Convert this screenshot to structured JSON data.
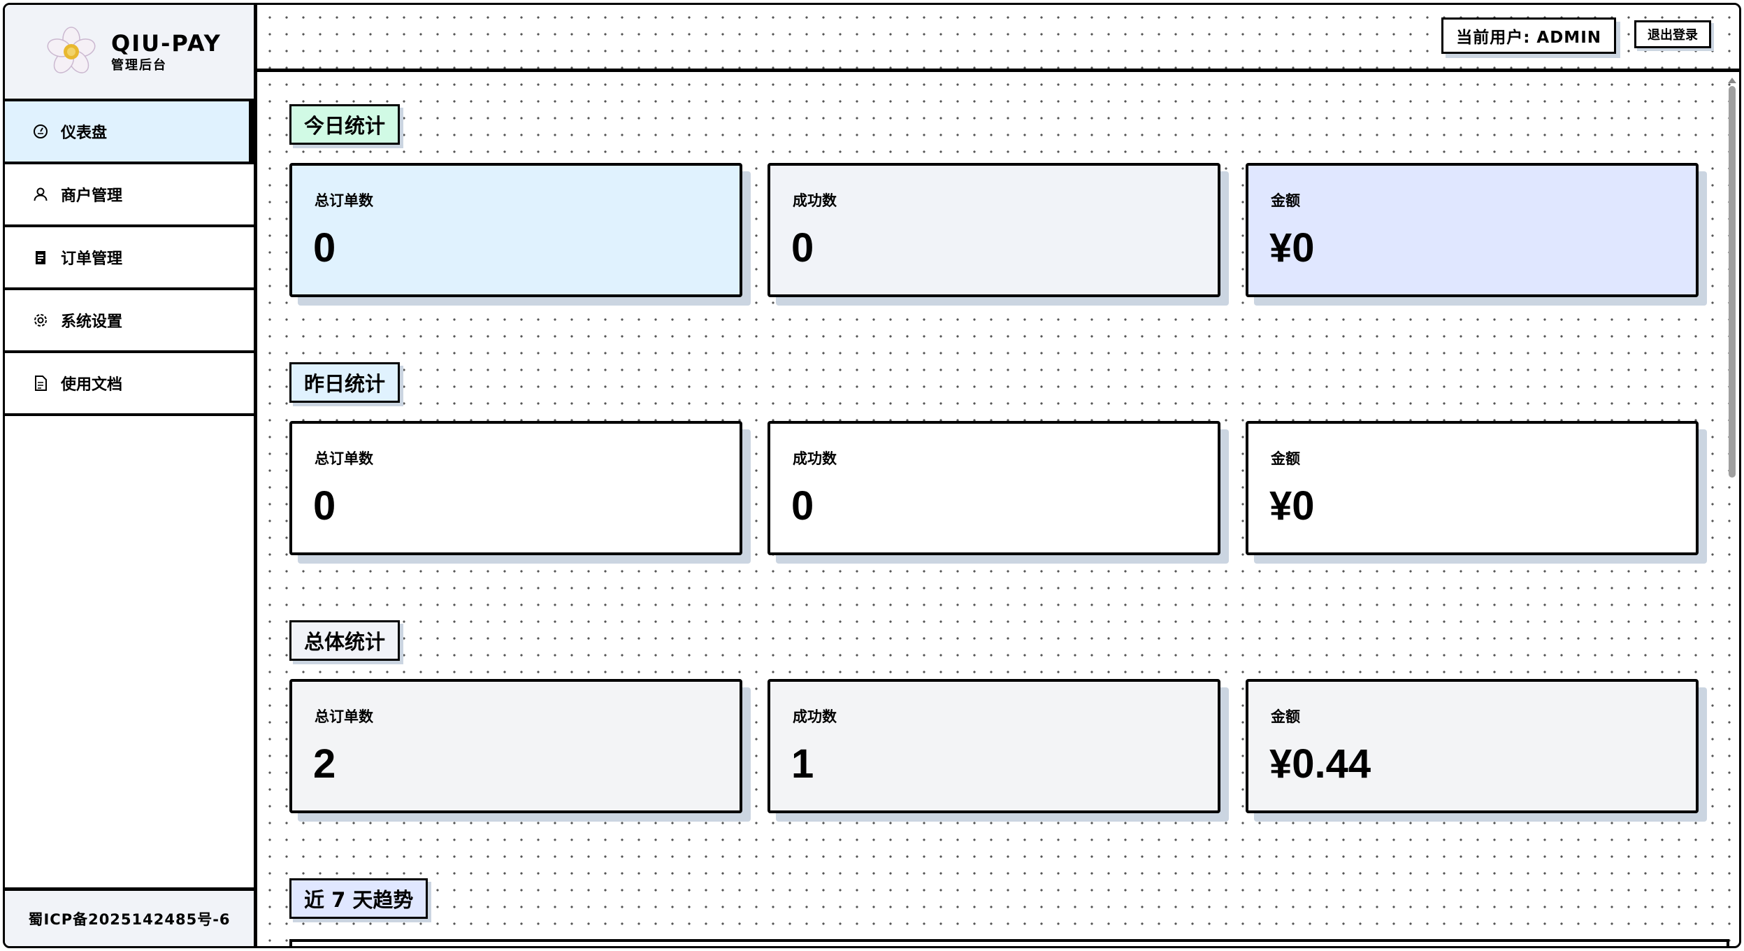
{
  "brand": {
    "name": "QIU-PAY",
    "subtitle": "管理后台"
  },
  "nav": [
    {
      "label": "仪表盘",
      "icon": "dashboard-icon",
      "active": true
    },
    {
      "label": "商户管理",
      "icon": "user-icon",
      "active": false
    },
    {
      "label": "订单管理",
      "icon": "clipboard-icon",
      "active": false
    },
    {
      "label": "系统设置",
      "icon": "gear-icon",
      "active": false
    },
    {
      "label": "使用文档",
      "icon": "document-icon",
      "active": false
    }
  ],
  "footer": {
    "icp": "蜀ICP备2025142485号-6"
  },
  "header": {
    "current_user": "当前用户: ADMIN",
    "logout": "退出登录"
  },
  "sections": [
    {
      "title": "今日统计",
      "label_color": "#d1fae5",
      "cards": [
        {
          "title": "总订单数",
          "value": "0",
          "bg": "#e0f2fe"
        },
        {
          "title": "成功数",
          "value": "0",
          "bg": "#f1f3f8"
        },
        {
          "title": "金额",
          "value": "¥0",
          "bg": "#e0e7ff"
        }
      ]
    },
    {
      "title": "昨日统计",
      "label_color": "#e0f2fe",
      "cards": [
        {
          "title": "总订单数",
          "value": "0",
          "bg": "#ffffff"
        },
        {
          "title": "成功数",
          "value": "0",
          "bg": "#ffffff"
        },
        {
          "title": "金额",
          "value": "¥0",
          "bg": "#ffffff"
        }
      ]
    },
    {
      "title": "总体统计",
      "label_color": "#f1f3f8",
      "cards": [
        {
          "title": "总订单数",
          "value": "2",
          "bg": "#f3f4f6"
        },
        {
          "title": "成功数",
          "value": "1",
          "bg": "#f3f4f6"
        },
        {
          "title": "金额",
          "value": "¥0.44",
          "bg": "#f3f4f6"
        }
      ]
    }
  ],
  "trend": {
    "title": "近 7 天趋势",
    "label_color": "#e0e7ff"
  }
}
